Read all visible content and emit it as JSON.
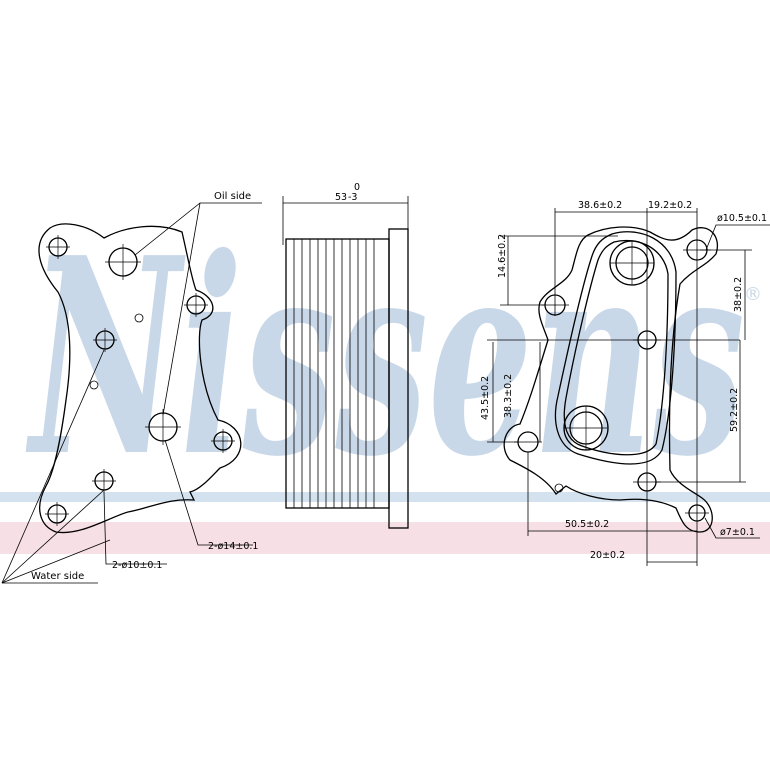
{
  "watermark": {
    "brand": "Nissens",
    "registered_mark": "®",
    "color_text": "#c9d8e8",
    "color_band_blue": "#d4e2ef",
    "color_band_pink": "#f6dfe5"
  },
  "labels": {
    "oil_side": "Oil side",
    "water_side": "Water side",
    "holes_14": "2-ø14±0.1",
    "holes_10": "2-ø10±0.1"
  },
  "side_view": {
    "length": "53",
    "tol_upper": "0",
    "tol_lower": "-3"
  },
  "right_view": {
    "d1": "38.6±0.2",
    "d2": "19.2±0.2",
    "d3": "ø10.5±0.1",
    "d4": "14.6±0.2",
    "d5": "38±0.2",
    "d6": "43.5±0.2",
    "d7": "38.3±0.2",
    "d8": "59.2±0.2",
    "d9": "50.5±0.2",
    "d10": "ø7±0.1",
    "d11": "20±0.2"
  }
}
